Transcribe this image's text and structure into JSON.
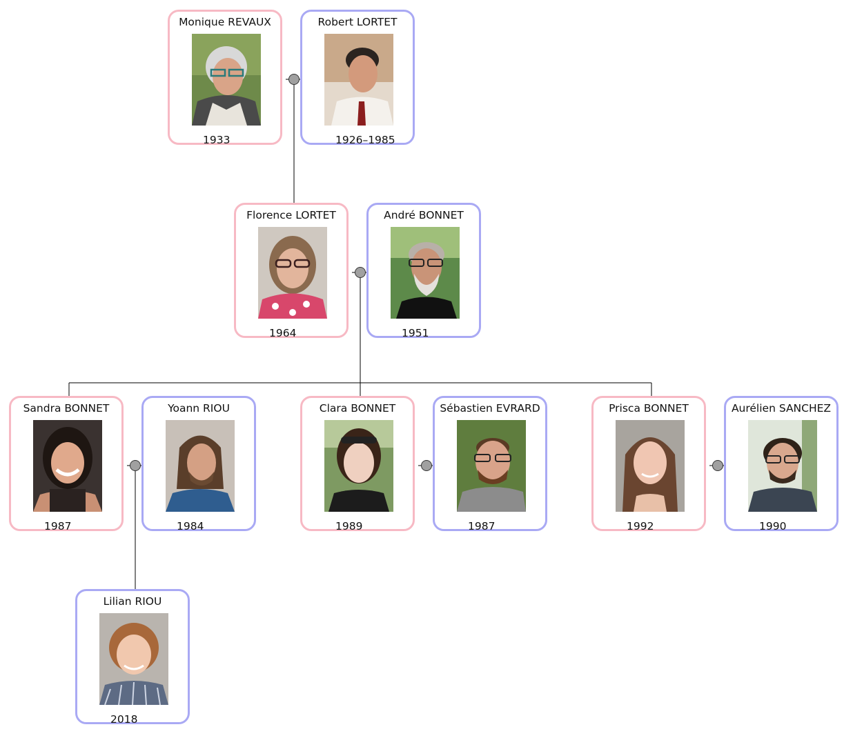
{
  "people": {
    "monique": {
      "name": "Monique REVAUX",
      "dates": "1933",
      "photo": "portrait-elderly-woman"
    },
    "robert": {
      "name": "Robert LORTET",
      "dates": "1926–1985",
      "photo": "portrait-man-tie"
    },
    "florence": {
      "name": "Florence LORTET",
      "dates": "1964",
      "photo": "portrait-woman-glasses"
    },
    "andre": {
      "name": "André BONNET",
      "dates": "1951",
      "photo": "portrait-bearded-man"
    },
    "sandra": {
      "name": "Sandra BONNET",
      "dates": "1987",
      "photo": "portrait-woman-smiling"
    },
    "yoann": {
      "name": "Yoann RIOU",
      "dates": "1984",
      "photo": "portrait-long-haired-man"
    },
    "clara": {
      "name": "Clara BONNET",
      "dates": "1989",
      "photo": "portrait-woman-sunglasses-on-head"
    },
    "sebastien": {
      "name": "Sébastien EVRARD",
      "dates": "1987",
      "photo": "portrait-man-glasses-beard"
    },
    "prisca": {
      "name": "Prisca BONNET",
      "dates": "1992",
      "photo": "portrait-woman-long-hair"
    },
    "aurelien": {
      "name": "Aurélien SANCHEZ",
      "dates": "1990",
      "photo": "portrait-man-glasses"
    },
    "lilian": {
      "name": "Lilian RIOU",
      "dates": "2018",
      "photo": "portrait-child"
    }
  },
  "colors": {
    "female_border": "#f7b9c4",
    "male_border": "#a9a9f4",
    "union_dot": "#a0a0a0",
    "connector": "#000000"
  }
}
